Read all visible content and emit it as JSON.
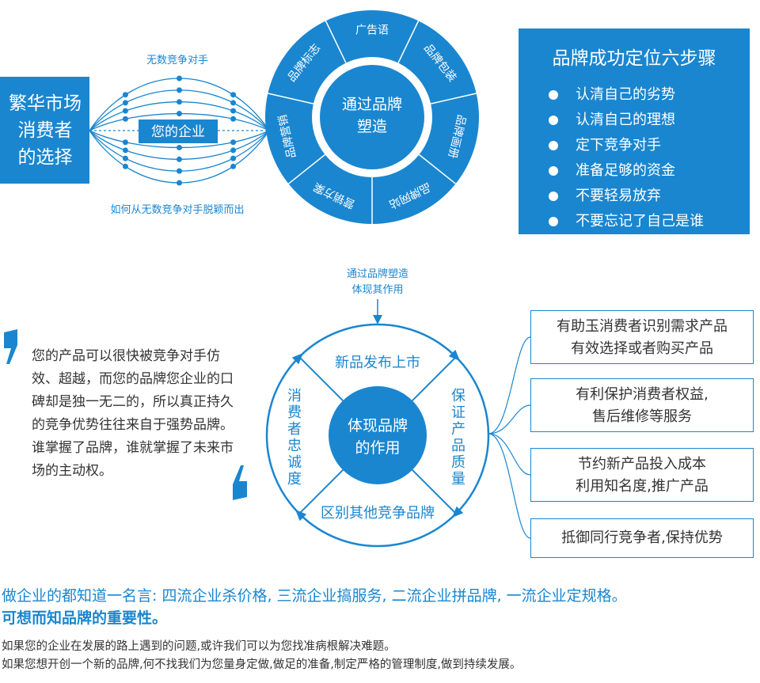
{
  "left_block": {
    "lines": [
      "繁华市场",
      "消费者",
      "的选择"
    ]
  },
  "competitors_label": "无数竞争对手",
  "your_company": "您的企业",
  "escape_question": "如何从无数竞争对手脱颖而出",
  "wheel": {
    "center": [
      "通过品牌",
      "塑造"
    ],
    "segments": [
      "广告语",
      "品牌包装",
      "品牌画册",
      "品牌网站",
      "营销方案",
      "品牌营销",
      "品牌标志"
    ]
  },
  "steps": {
    "title": "品牌成功定位六步骤",
    "items": [
      "认清自己的劣势",
      "认清自己的理想",
      "定下竞争对手",
      "准备足够的资金",
      "不要轻易放弃",
      "不要忘记了自己是谁"
    ]
  },
  "connector": [
    "通过品牌塑造",
    "体现其作用"
  ],
  "quote": "您的产品可以很快被竞争对手仿效、超越，而您的品牌您企业的口碑却是独一无二的，所以真正持久的竞争优势往往来自于强势品牌。谁掌握了品牌，谁就掌握了未来市场的主动权。",
  "cycle": {
    "center": [
      "体现品牌",
      "的作用"
    ],
    "top": "新品发布上市",
    "right": "保证产品质量",
    "bottom": "区别其他竞争品牌",
    "left": "消费者忠诚度"
  },
  "benefits": [
    [
      "有助玉消费者识别需求产品",
      "有效选择或者购买产品"
    ],
    [
      "有利保护消费者权益,",
      "售后维修等服务"
    ],
    [
      "节约新产品投入成本",
      "利用知名度,推广产品"
    ],
    [
      "抵御同行竞争者,保持优势"
    ]
  ],
  "bottom": {
    "line1": "做企业的都知道一名言: 四流企业杀价格, 三流企业搞服务, 二流企业拼品牌, 一流企业定规格。",
    "line2": "可想而知品牌的重要性。",
    "line3": "如果您的企业在发展的路上遇到的问题,或许我们可以为您找准病根解决难题。",
    "line4": "如果您想开创一个新的品牌,何不找我们为您量身定做,做足的准备,制定严格的管理制度,做到持续发展。"
  },
  "colors": {
    "accent": "#1a86d0",
    "text": "#333333"
  }
}
